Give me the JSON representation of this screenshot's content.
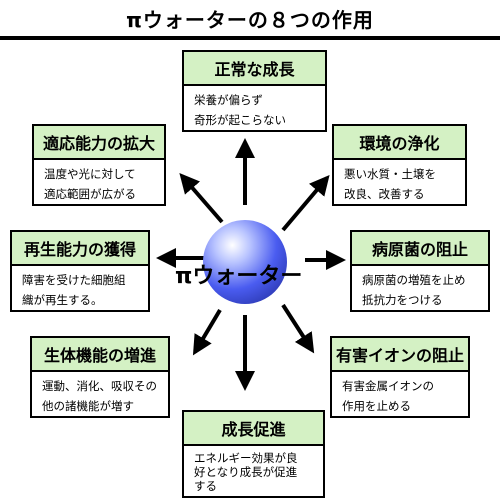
{
  "title": "πウォーターの８つの作用",
  "center": "πウォーター",
  "effects": [
    {
      "key": "growth-normal",
      "title": "正常な成長",
      "body": "栄養が偏らず\n奇形が起こらない"
    },
    {
      "key": "environment",
      "title": "環境の浄化",
      "body": "悪い水質・土壌を\n改良、改善する"
    },
    {
      "key": "pathogen",
      "title": "病原菌の阻止",
      "body": "病原菌の増殖を止め\n抵抗力をつける"
    },
    {
      "key": "heavy-metal",
      "title": "有害イオンの阻止",
      "body": "有害金属イオンの\n作用を止める"
    },
    {
      "key": "growth-promotion",
      "title": "成長促進",
      "body": "エネルギー効果が良\n好となり成長が促進\nする"
    },
    {
      "key": "body-function",
      "title": "生体機能の増進",
      "body": "運動、消化、吸収その\n他の諸機能が増す"
    },
    {
      "key": "regeneration",
      "title": "再生能力の獲得",
      "body": "障害を受けた細胞組\n織が再生する。"
    },
    {
      "key": "adaptation",
      "title": "適応能力の拡大",
      "body": "温度や光に対して\n適応範囲が広がる"
    }
  ],
  "colors": {
    "header_bg": "#d4f1c4",
    "sphere": "#4a5cf0",
    "line": "#000000"
  }
}
